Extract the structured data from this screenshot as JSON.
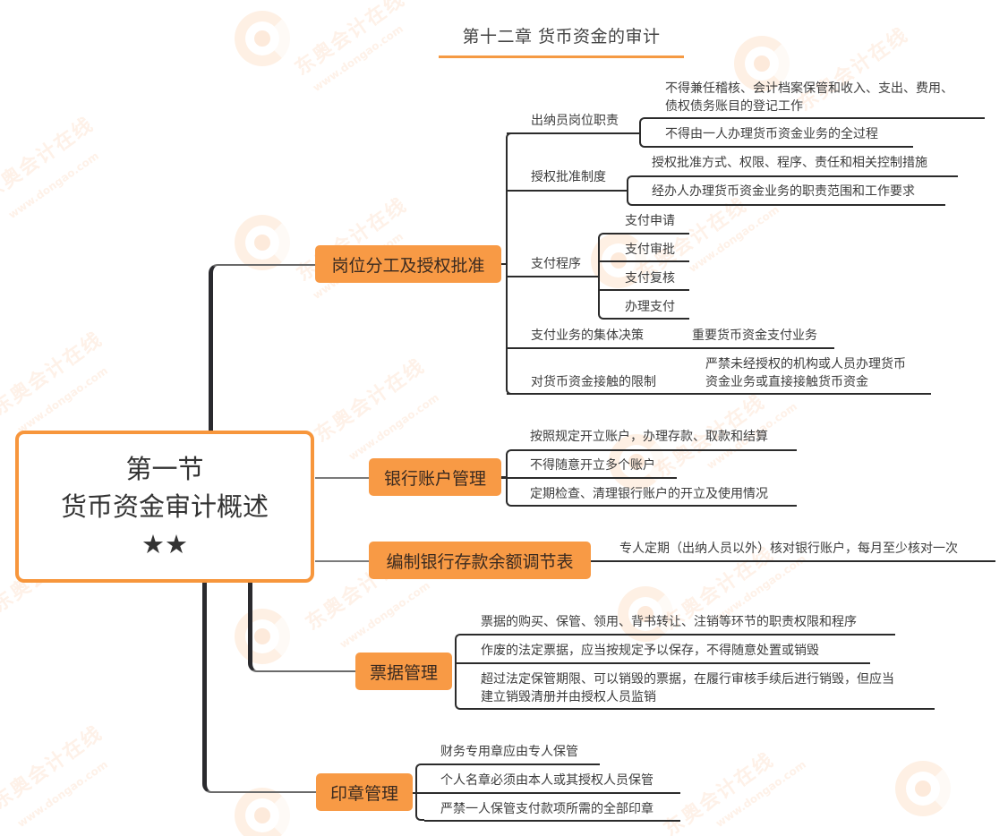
{
  "title": "第十二章  货币资金的审计",
  "center": {
    "line1": "第一节",
    "line2": "货币资金审计概述",
    "stars": "★★"
  },
  "watermark": {
    "brand": "东奥会计在线",
    "url": "www.dongao.com"
  },
  "colors": {
    "accent": "#f89a45",
    "center_border": "#f7963c",
    "line": "#2b2b2b",
    "text": "#333333"
  },
  "branches": [
    {
      "label": "岗位分工及授权批准",
      "children": [
        {
          "label": "出纳员岗位职责",
          "items": [
            "不得兼任稽核、会计档案保管和收入、支出、费用、\n债权债务账目的登记工作",
            "不得由一人办理货币资金业务的全过程"
          ]
        },
        {
          "label": "授权批准制度",
          "items": [
            "授权批准方式、权限、程序、责任和相关控制措施",
            "经办人办理货币资金业务的职责范围和工作要求"
          ]
        },
        {
          "label": "支付程序",
          "items": [
            "支付申请",
            "支付审批",
            "支付复核",
            "办理支付"
          ]
        },
        {
          "label": "支付业务的集体决策",
          "items": [
            "重要货币资金支付业务"
          ]
        },
        {
          "label": "对货币资金接触的限制",
          "items": [
            "严禁未经授权的机构或人员办理货币\n资金业务或直接接触货币资金"
          ]
        }
      ]
    },
    {
      "label": "银行账户管理",
      "items": [
        "按照规定开立账户，办理存款、取款和结算",
        "不得随意开立多个账户",
        "定期检查、清理银行账户的开立及使用情况"
      ]
    },
    {
      "label": "编制银行存款余额调节表",
      "items": [
        "专人定期（出纳人员以外）核对银行账户，每月至少核对一次"
      ]
    },
    {
      "label": "票据管理",
      "items": [
        "票据的购买、保管、领用、背书转让、注销等环节的职责权限和程序",
        "作废的法定票据，应当按规定予以保存，不得随意处置或销毁",
        "超过法定保管期限、可以销毁的票据，在履行审核手续后进行销毁，但应当\n建立销毁清册并由授权人员监销"
      ]
    },
    {
      "label": "印章管理",
      "items": [
        "财务专用章应由专人保管",
        "个人名章必须由本人或其授权人员保管",
        "严禁一人保管支付款项所需的全部印章"
      ]
    }
  ]
}
